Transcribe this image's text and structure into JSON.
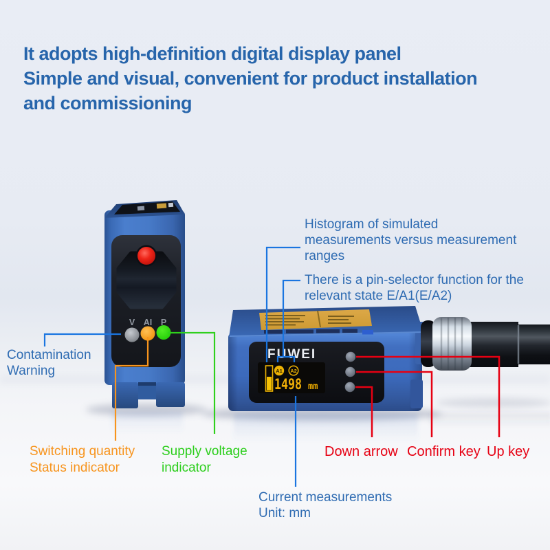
{
  "heading": {
    "line1": "It adopts high-definition digital display panel",
    "line2": "Simple and visual, convenient for product installation",
    "line3": "and commissioning"
  },
  "left_device": {
    "indicators": {
      "v": "V",
      "ai": "AI",
      "p": "P"
    }
  },
  "right_device": {
    "brand": "FUWEI",
    "display": {
      "value": "1498",
      "unit": "mm",
      "state1": "A1",
      "state2": "A2"
    }
  },
  "callouts": {
    "histogram": {
      "line1": "Histogram of simulated",
      "line2": "measurements versus measurement",
      "line3": "ranges"
    },
    "pin_selector": {
      "line1": "There is a pin-selector function for the",
      "line2": "relevant state E/A1(E/A2)"
    },
    "contamination": {
      "line1": "Contamination",
      "line2": "Warning"
    },
    "switching": {
      "line1": "Switching quantity",
      "line2": "Status indicator"
    },
    "supply": {
      "line1": "Supply voltage",
      "line2": "indicator"
    },
    "down_arrow": {
      "label": "Down arrow"
    },
    "confirm_key": {
      "label": "Confirm key"
    },
    "up_key": {
      "label": "Up key"
    },
    "current": {
      "line1": "Current measurements",
      "line2": "Unit: mm"
    }
  },
  "colors": {
    "heading_text": "#2765ab",
    "callout_blue": "#2e6bb2",
    "callout_orange": "#f7941d",
    "callout_green": "#2bce1b",
    "callout_red": "#e60012",
    "line_blue": "#1a75e0",
    "device_blue": "#3f72c4",
    "oled_amber": "#f2b200"
  }
}
